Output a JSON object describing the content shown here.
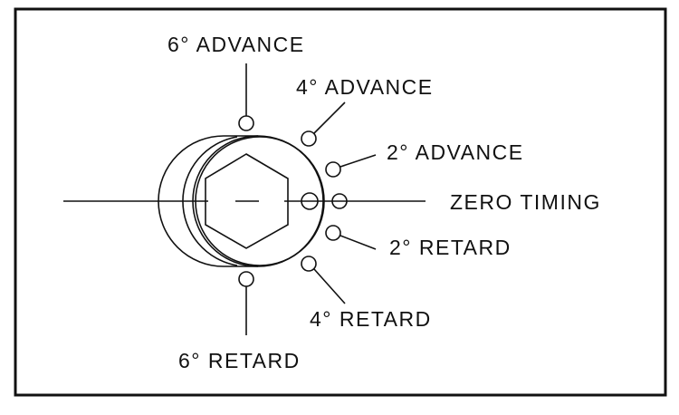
{
  "labels": {
    "adv6": "6° ADVANCE",
    "adv4": "4° ADVANCE",
    "adv2": "2° ADVANCE",
    "zero": "ZERO TIMING",
    "ret2": "2° RETARD",
    "ret4": "4° RETARD",
    "ret6": "6° RETARD"
  }
}
